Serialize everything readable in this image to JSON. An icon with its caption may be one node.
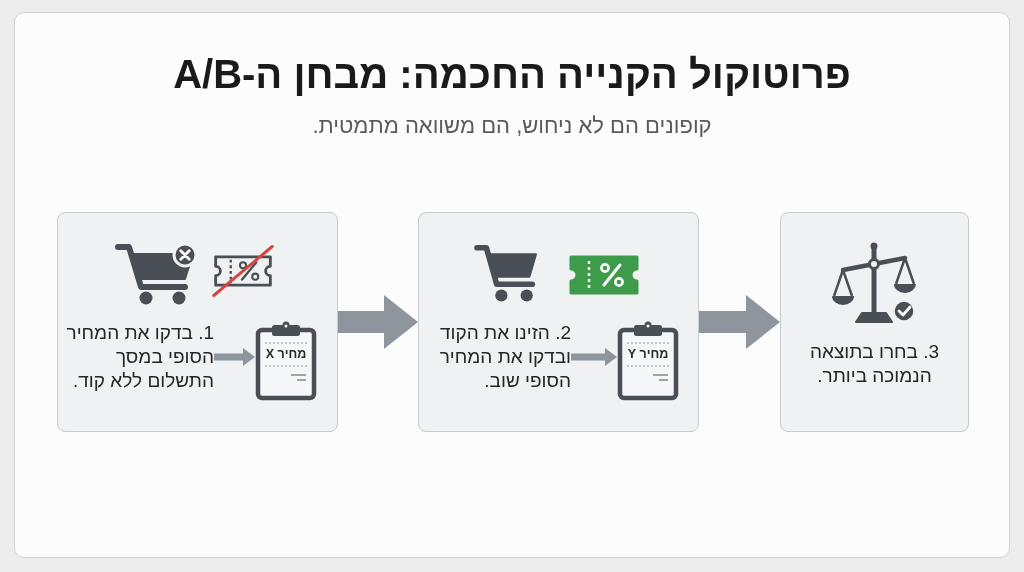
{
  "diagram": {
    "title": "פרוטוקול הקנייה החכמה: מבחן ה-A/B",
    "nodes": [
      {
        "text": [],
        "shape": "box"
      },
      {
        "text": [
          "1. בדקו את המחיר הסופי במסך התשלום ללא קוד."
        ],
        "in": 0
      },
      {
        "text": [
          "מחיר X"
        ],
        "in": 0
      },
      {
        "text": [],
        "shape": "box"
      },
      {
        "text": [
          "2. הזינו את הקוד ובדקו את המחיר הסופי שוב."
        ],
        "in": 3
      },
      {
        "text": [
          "מחיר Y"
        ],
        "in": 3
      },
      {
        "text": [
          "3. בחרו בתוצאה הנמוכה ביותר."
        ]
      }
    ],
    "edges": [
      {
        "from": 1,
        "to": 2,
        "arrow": "to"
      },
      {
        "from": 0,
        "to": 3,
        "arrow": "to",
        "style": "thick"
      },
      {
        "from": 4,
        "to": 5,
        "arrow": "to"
      },
      {
        "from": 3,
        "to": 6,
        "arrow": "to",
        "style": "thick"
      }
    ],
    "labels": [
      "קופונים הם לא ניחוש, הם משוואה מתמטית."
    ]
  }
}
